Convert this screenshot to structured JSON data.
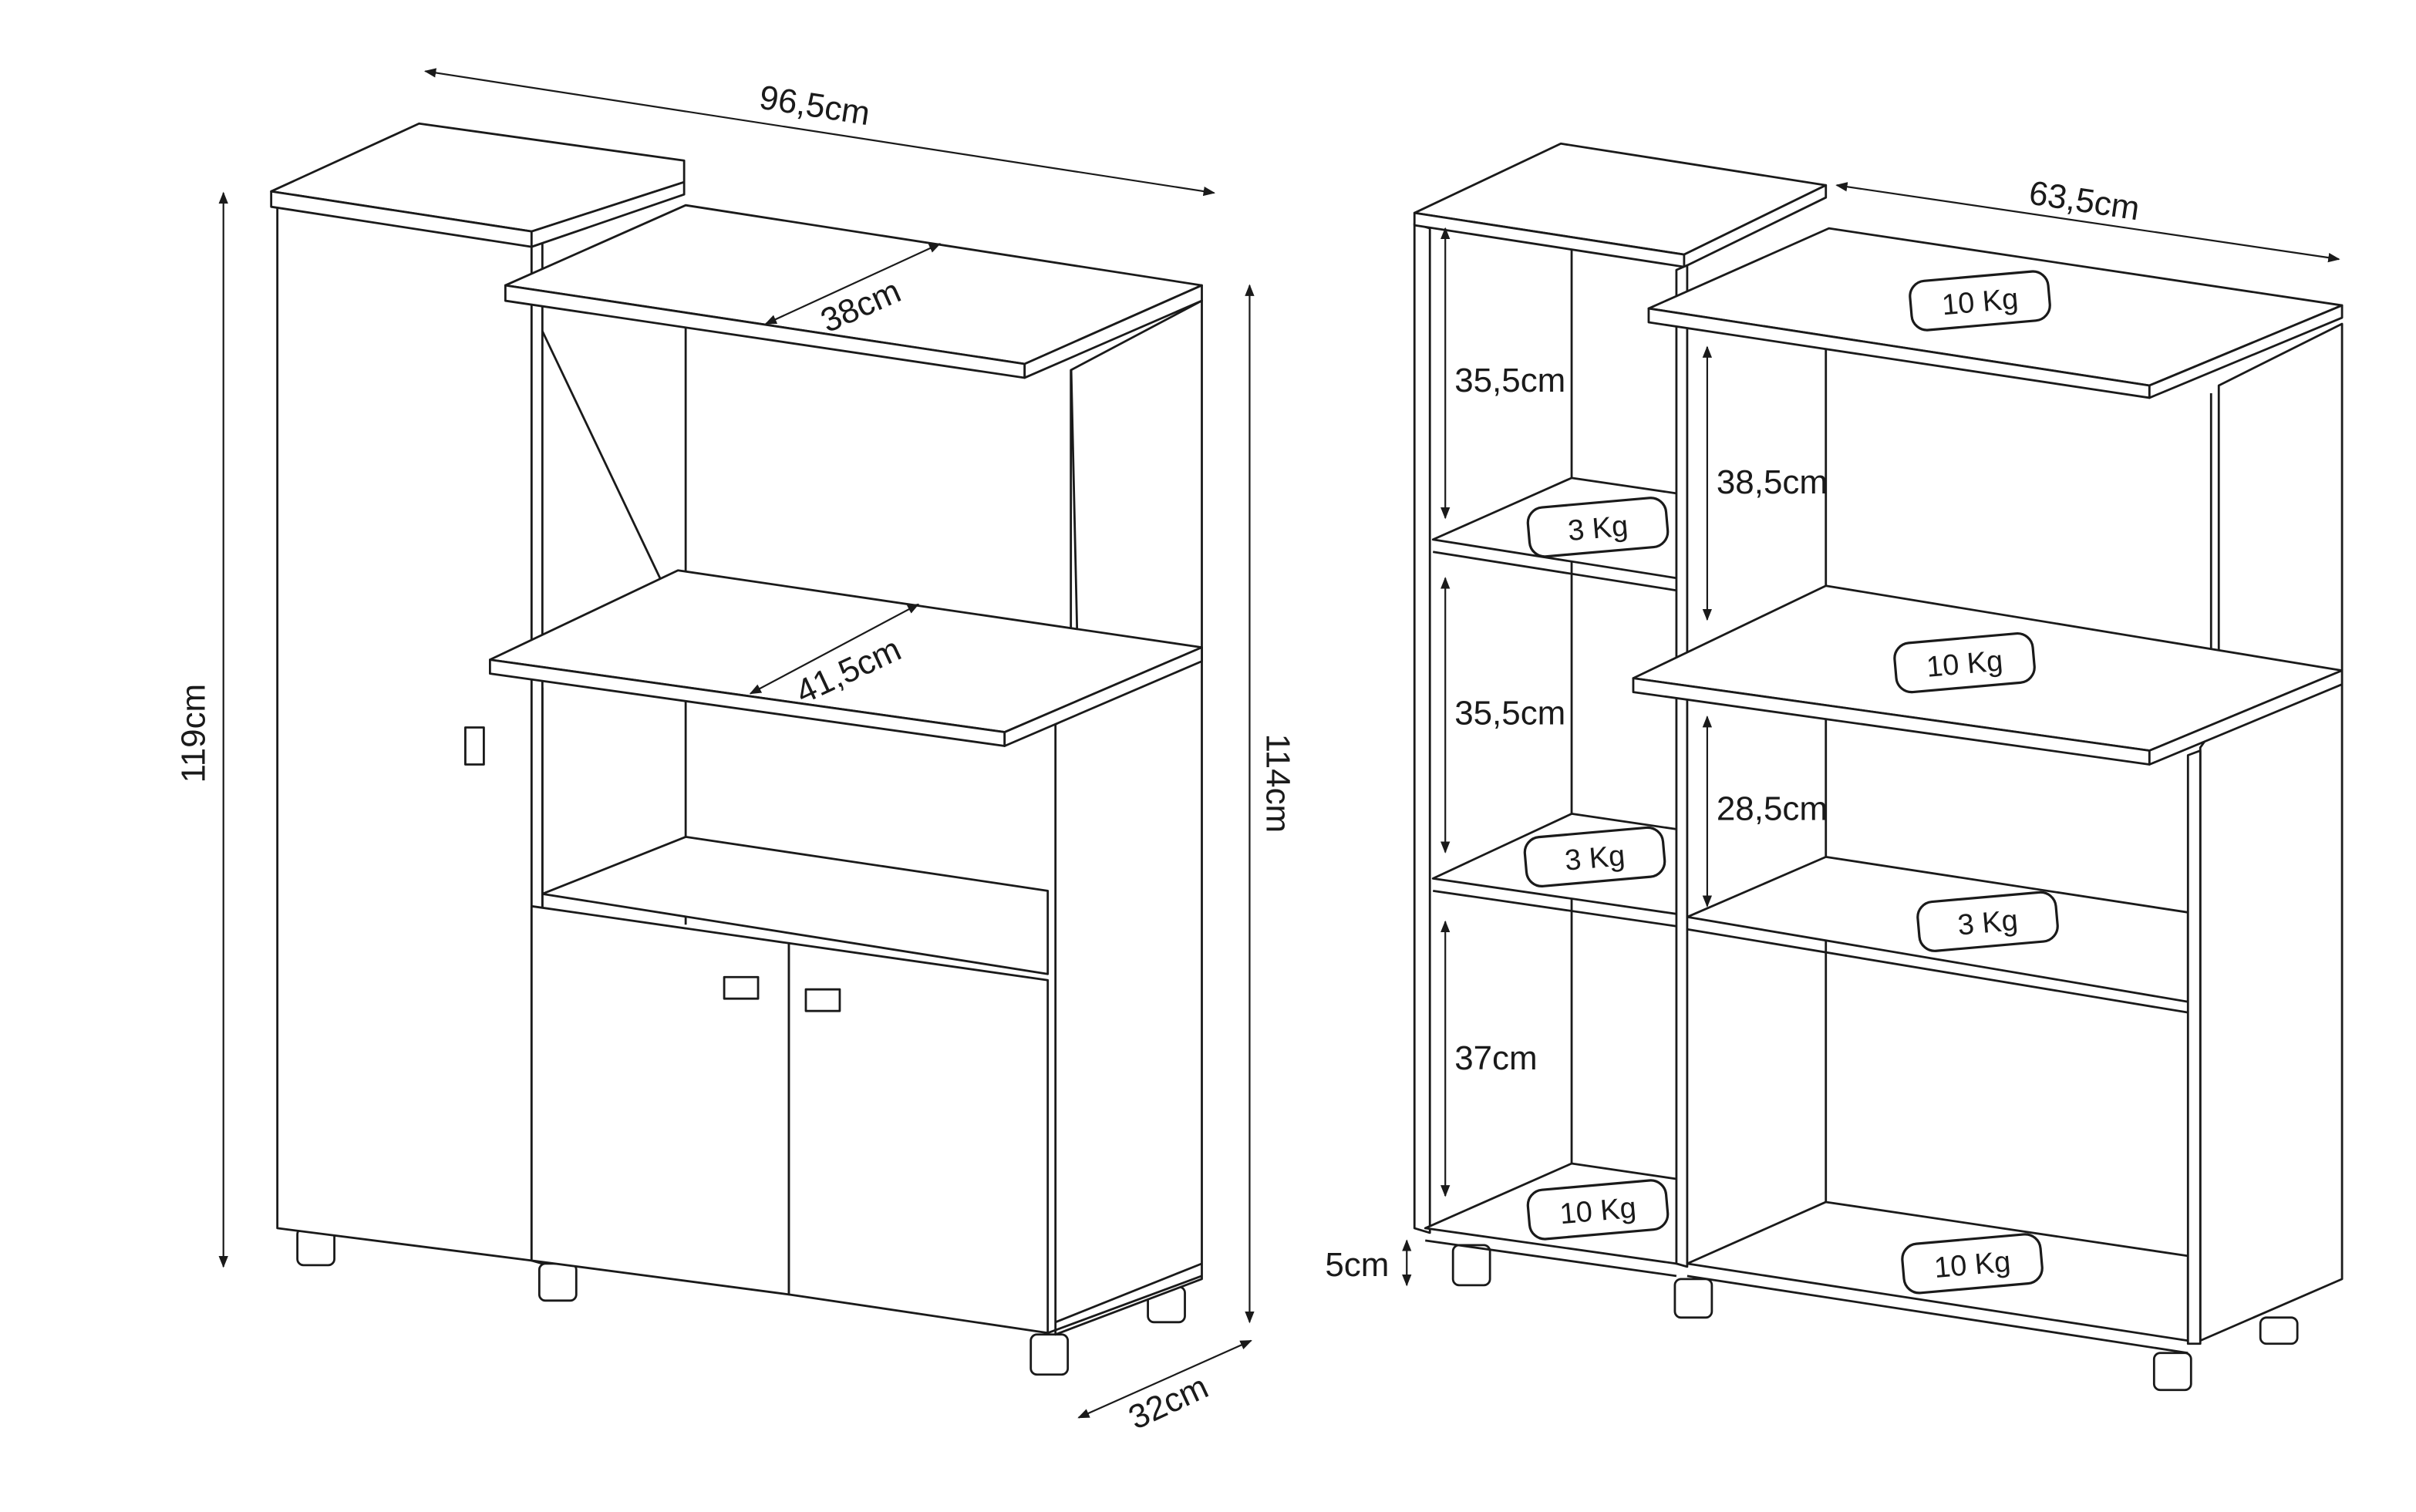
{
  "left_view": {
    "width": "96,5cm",
    "height_total": "119cm",
    "height_side": "114cm",
    "depth": "32cm",
    "top_shelf_depth": "38cm",
    "middle_shelf_depth": "41,5cm"
  },
  "right_view": {
    "depth": "63,5cm",
    "left_gap_1": "35,5cm",
    "left_gap_2": "35,5cm",
    "left_gap_3": "37cm",
    "leg_height": "5cm",
    "right_gap_1": "38,5cm",
    "right_gap_2": "28,5cm",
    "loads": {
      "top": "10 Kg",
      "middle": "10 Kg",
      "right_lower_shelf": "3 Kg",
      "right_bottom": "10 Kg",
      "left_shelf_1": "3 Kg",
      "left_shelf_2": "3 Kg",
      "left_bottom": "10 Kg"
    }
  }
}
